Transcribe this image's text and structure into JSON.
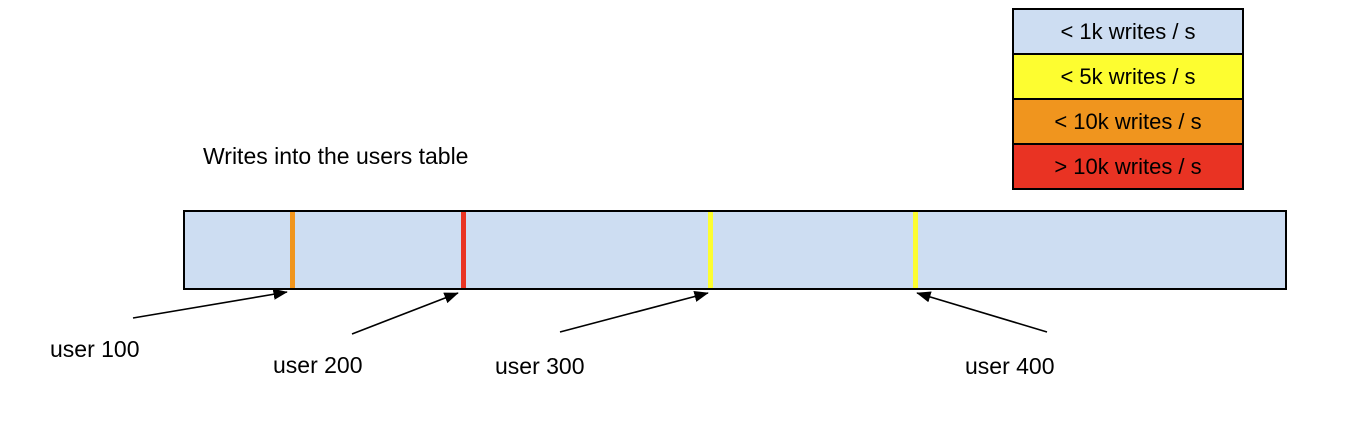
{
  "title": "Writes into the users table",
  "legend": {
    "items": [
      {
        "label": "< 1k writes / s",
        "color": "#cdddf2"
      },
      {
        "label": "< 5k writes / s",
        "color": "#fdfd30"
      },
      {
        "label": "< 10k writes / s",
        "color": "#f0951e"
      },
      {
        "label": "> 10k writes / s",
        "color": "#e93323"
      }
    ]
  },
  "bar": {
    "fill_color": "#cdddf2",
    "border_color": "#000000",
    "stripes": [
      {
        "user": "user 100",
        "rate_class": "< 10k writes / s",
        "color": "#f0951e",
        "position_fraction": 0.098
      },
      {
        "user": "user 200",
        "rate_class": "> 10k writes / s",
        "color": "#e93323",
        "position_fraction": 0.253
      },
      {
        "user": "user 300",
        "rate_class": "< 5k writes / s",
        "color": "#fdfd30",
        "position_fraction": 0.477
      },
      {
        "user": "user 400",
        "rate_class": "< 5k writes / s",
        "color": "#fdfd30",
        "position_fraction": 0.662
      }
    ]
  },
  "labels": {
    "user100": "user 100",
    "user200": "user 200",
    "user300": "user 300",
    "user400": "user 400"
  }
}
